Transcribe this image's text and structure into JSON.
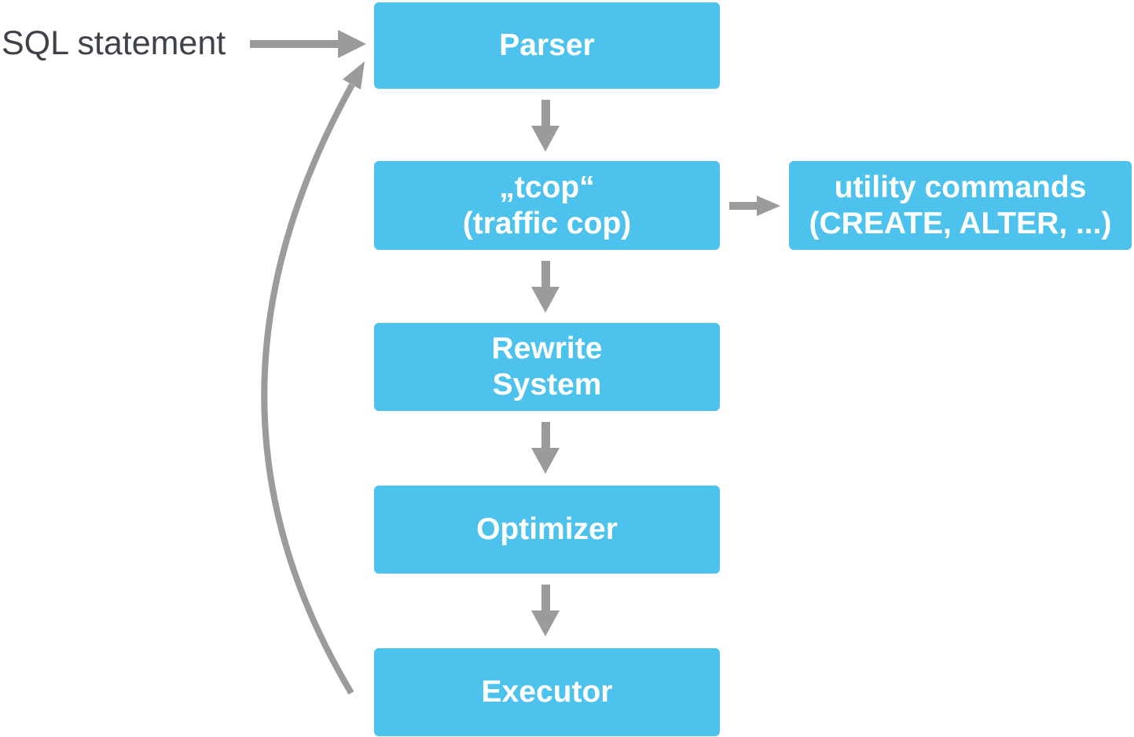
{
  "diagram": {
    "title_label": "SQL statement",
    "nodes": {
      "parser": {
        "lines": [
          "Parser"
        ]
      },
      "tcop": {
        "lines": [
          "„tcop“",
          "(traffic cop)"
        ]
      },
      "utility": {
        "lines": [
          "utility commands",
          "(CREATE, ALTER, ...)"
        ]
      },
      "rewrite": {
        "lines": [
          "Rewrite",
          "System"
        ]
      },
      "optimizer": {
        "lines": [
          "Optimizer"
        ]
      },
      "executor": {
        "lines": [
          "Executor"
        ]
      }
    },
    "arrows": [
      {
        "name": "sql-to-parser",
        "type": "horizontal-right"
      },
      {
        "name": "parser-to-tcop",
        "type": "down"
      },
      {
        "name": "tcop-to-utility",
        "type": "horizontal-right"
      },
      {
        "name": "tcop-to-rewrite",
        "type": "down"
      },
      {
        "name": "rewrite-to-optimizer",
        "type": "down"
      },
      {
        "name": "optimizer-to-executor",
        "type": "down"
      },
      {
        "name": "executor-to-parser",
        "type": "curved-feedback-up"
      }
    ],
    "colors": {
      "node_fill": "#4cc2ed",
      "node_text": "#ffffff",
      "arrow": "#9b9b9b",
      "label_text": "#3e434a",
      "background": "#ffffff"
    }
  }
}
